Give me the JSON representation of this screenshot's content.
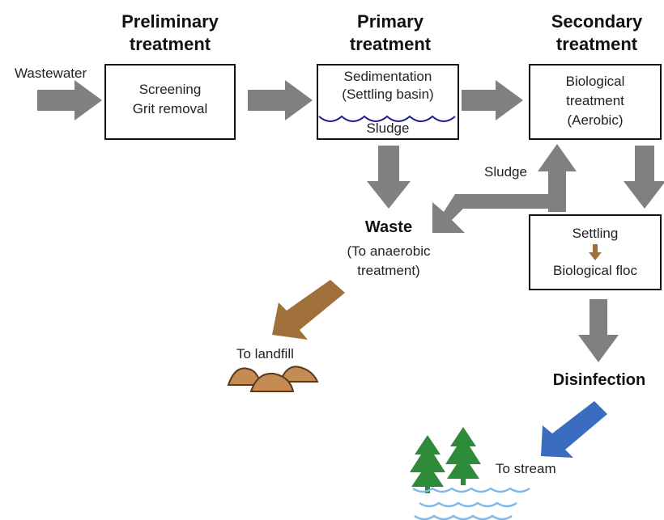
{
  "headers": {
    "preliminary": [
      "Preliminary",
      "treatment"
    ],
    "primary": [
      "Primary",
      "treatment"
    ],
    "secondary": [
      "Secondary",
      "treatment"
    ]
  },
  "inputs": {
    "wastewater": "Wastewater"
  },
  "boxes": {
    "preliminary": [
      "Screening",
      "Grit removal"
    ],
    "primary": [
      "Sedimentation",
      "(Settling basin)",
      "Sludge"
    ],
    "secondary": [
      "Biological",
      "treatment",
      "(Aerobic)"
    ],
    "settling": [
      "Settling",
      "Biological floc"
    ]
  },
  "labels": {
    "sludge_return": "Sludge",
    "waste": "Waste",
    "waste_sub": [
      "(To anaerobic",
      "treatment)"
    ],
    "landfill": "To landfill",
    "disinfection": "Disinfection",
    "stream": "To stream"
  },
  "colors": {
    "arrow_gray": "#808080",
    "arrow_brown": "#a0703a",
    "arrow_blue": "#3a6cc0",
    "water_blue": "#7fb8e8",
    "sludge_line": "#1a1a8a",
    "tree_green": "#2e8b3a",
    "pile_brown": "#c58b55"
  },
  "icons": [
    "arrow",
    "tree-icon",
    "landfill-pile-icon",
    "water-waves-icon"
  ]
}
